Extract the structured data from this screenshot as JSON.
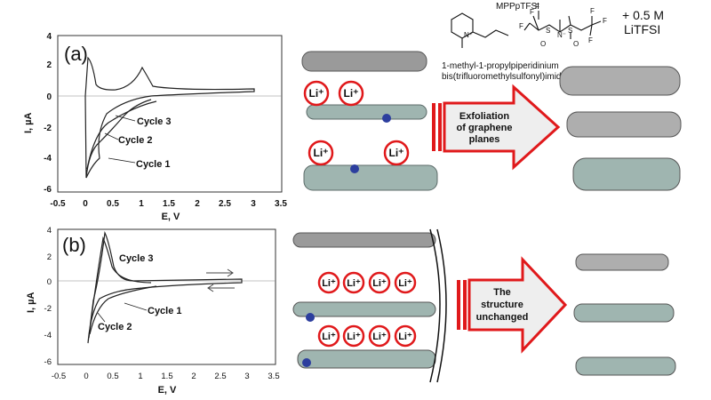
{
  "panel_a": {
    "tag": "(a)",
    "ylabel": "I, µA",
    "xlabel": "E, V",
    "yticks": [
      "4",
      "2",
      "0",
      "-2",
      "-4",
      "-6"
    ],
    "xticks": [
      "-0.5",
      "0",
      "0.5",
      "1",
      "1.5",
      "2",
      "2.5",
      "3",
      "3.5"
    ],
    "cycle_labels": [
      "Cycle 3",
      "Cycle 2",
      "Cycle 1"
    ]
  },
  "panel_b": {
    "tag": "(b)",
    "ylabel": "I, µA",
    "xlabel": "E, V",
    "yticks": [
      "4",
      "2",
      "0",
      "-2",
      "-4",
      "-6"
    ],
    "xticks": [
      "-0.5",
      "0",
      "0.5",
      "1",
      "1.5",
      "2",
      "2.5",
      "3",
      "3.5"
    ],
    "cycle_labels": [
      "Cycle 3",
      "Cycle 1",
      "Cycle 2"
    ]
  },
  "molecule": {
    "abbrev": "MPPpTFSI",
    "name_line1": "1-methyl-1-propylpiperidinium",
    "name_line2": "bis(trifluoromethylsulfonyl)imide",
    "salt_line1": "+ 0.5 M",
    "salt_line2": "LiTFSI"
  },
  "ions": {
    "lithium": "Li⁺"
  },
  "arrows": {
    "top_line1": "Exfoliation",
    "top_line2": "of graphene",
    "top_line3": "planes",
    "bottom_line1": "The",
    "bottom_line2": "structure",
    "bottom_line3": "unchanged"
  },
  "colors": {
    "arrow_red": "#e0191b",
    "arrow_fill": "#eeeeee",
    "ion_ring": "#e0191b",
    "graphene": "#9fb5b0",
    "graphene_dark": "#5c6b69",
    "nitrogen": "#2c3e9e"
  }
}
